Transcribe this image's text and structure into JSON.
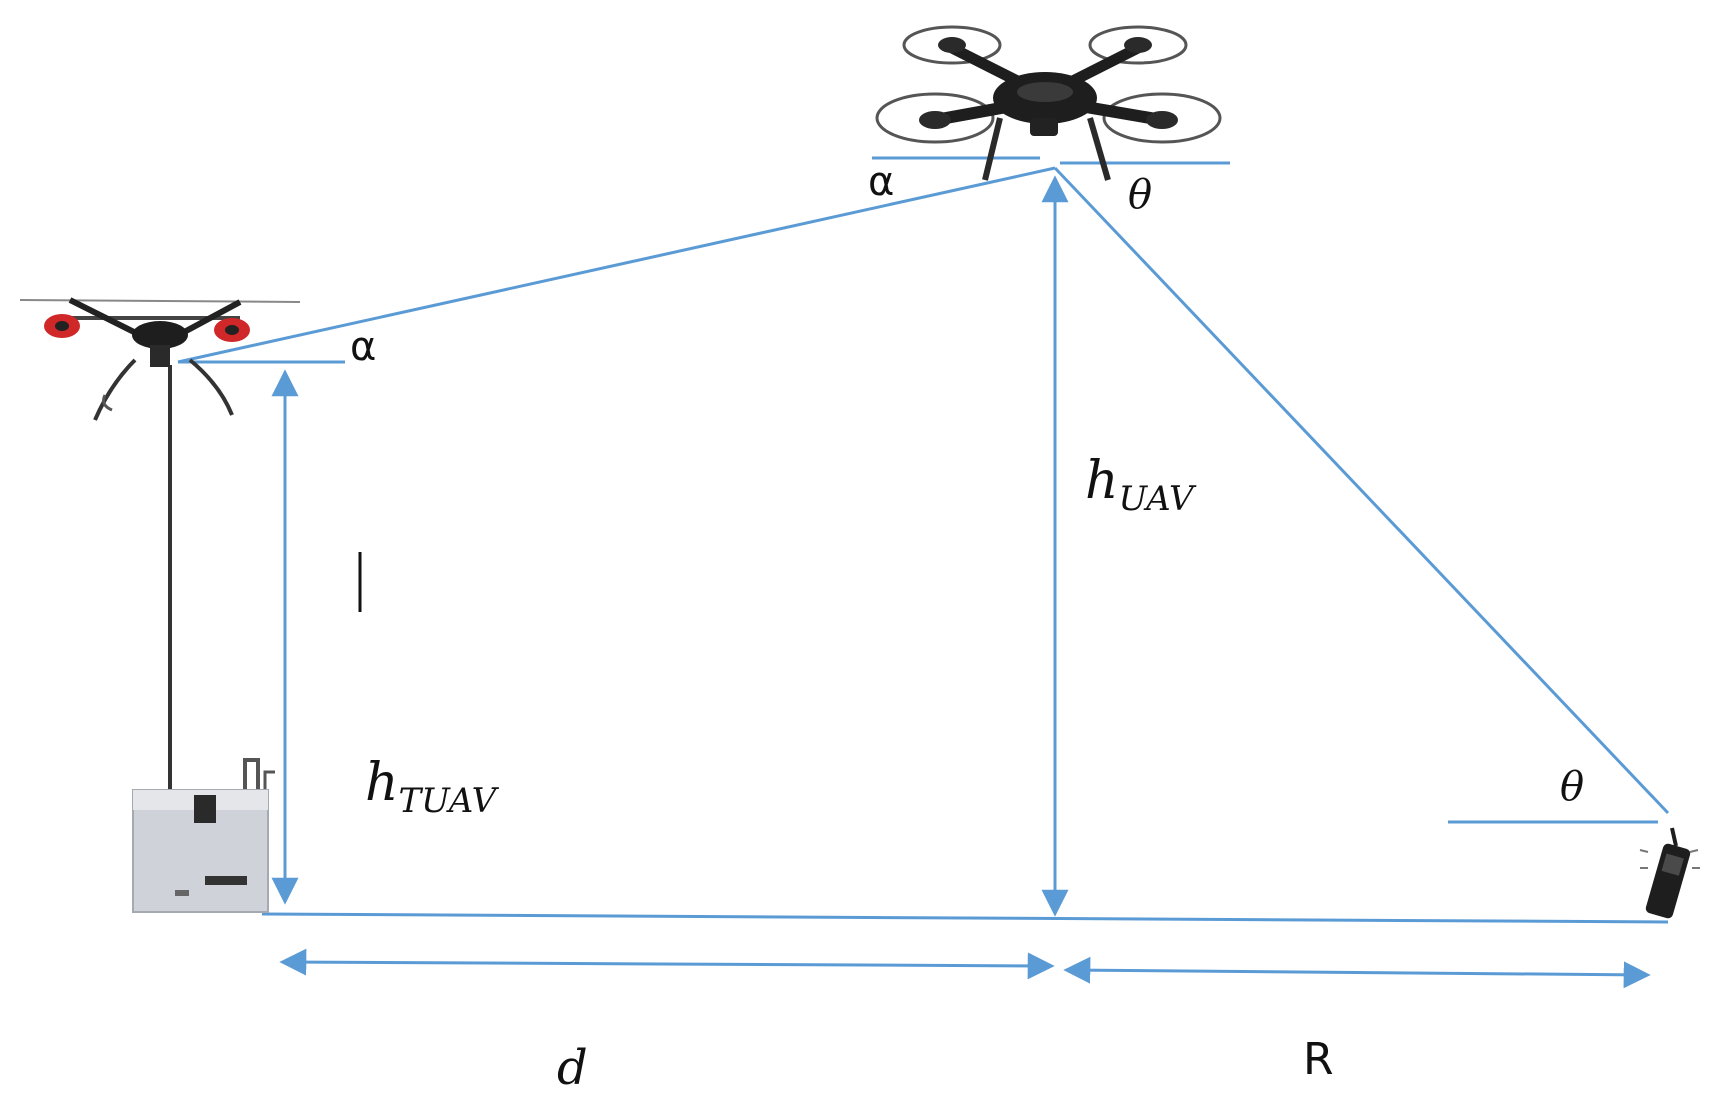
{
  "labels": {
    "alpha": "α",
    "theta": "θ",
    "h_main": "h",
    "h_uav_sub": "UAV",
    "h_tuav_sub": "TUAV",
    "d": "d",
    "R": "R"
  },
  "colors": {
    "line": "#5b9bd5",
    "drone_body": "#1e1e1e",
    "drone_accent": "#d02828",
    "ground_station": "#cfd2d8",
    "text": "#111111"
  },
  "icons": {
    "tethered_drone": "tethered-drone-icon",
    "uav_drone": "quadcopter-drone-icon",
    "ground_station": "ground-station-icon",
    "phone": "mobile-phone-icon"
  }
}
